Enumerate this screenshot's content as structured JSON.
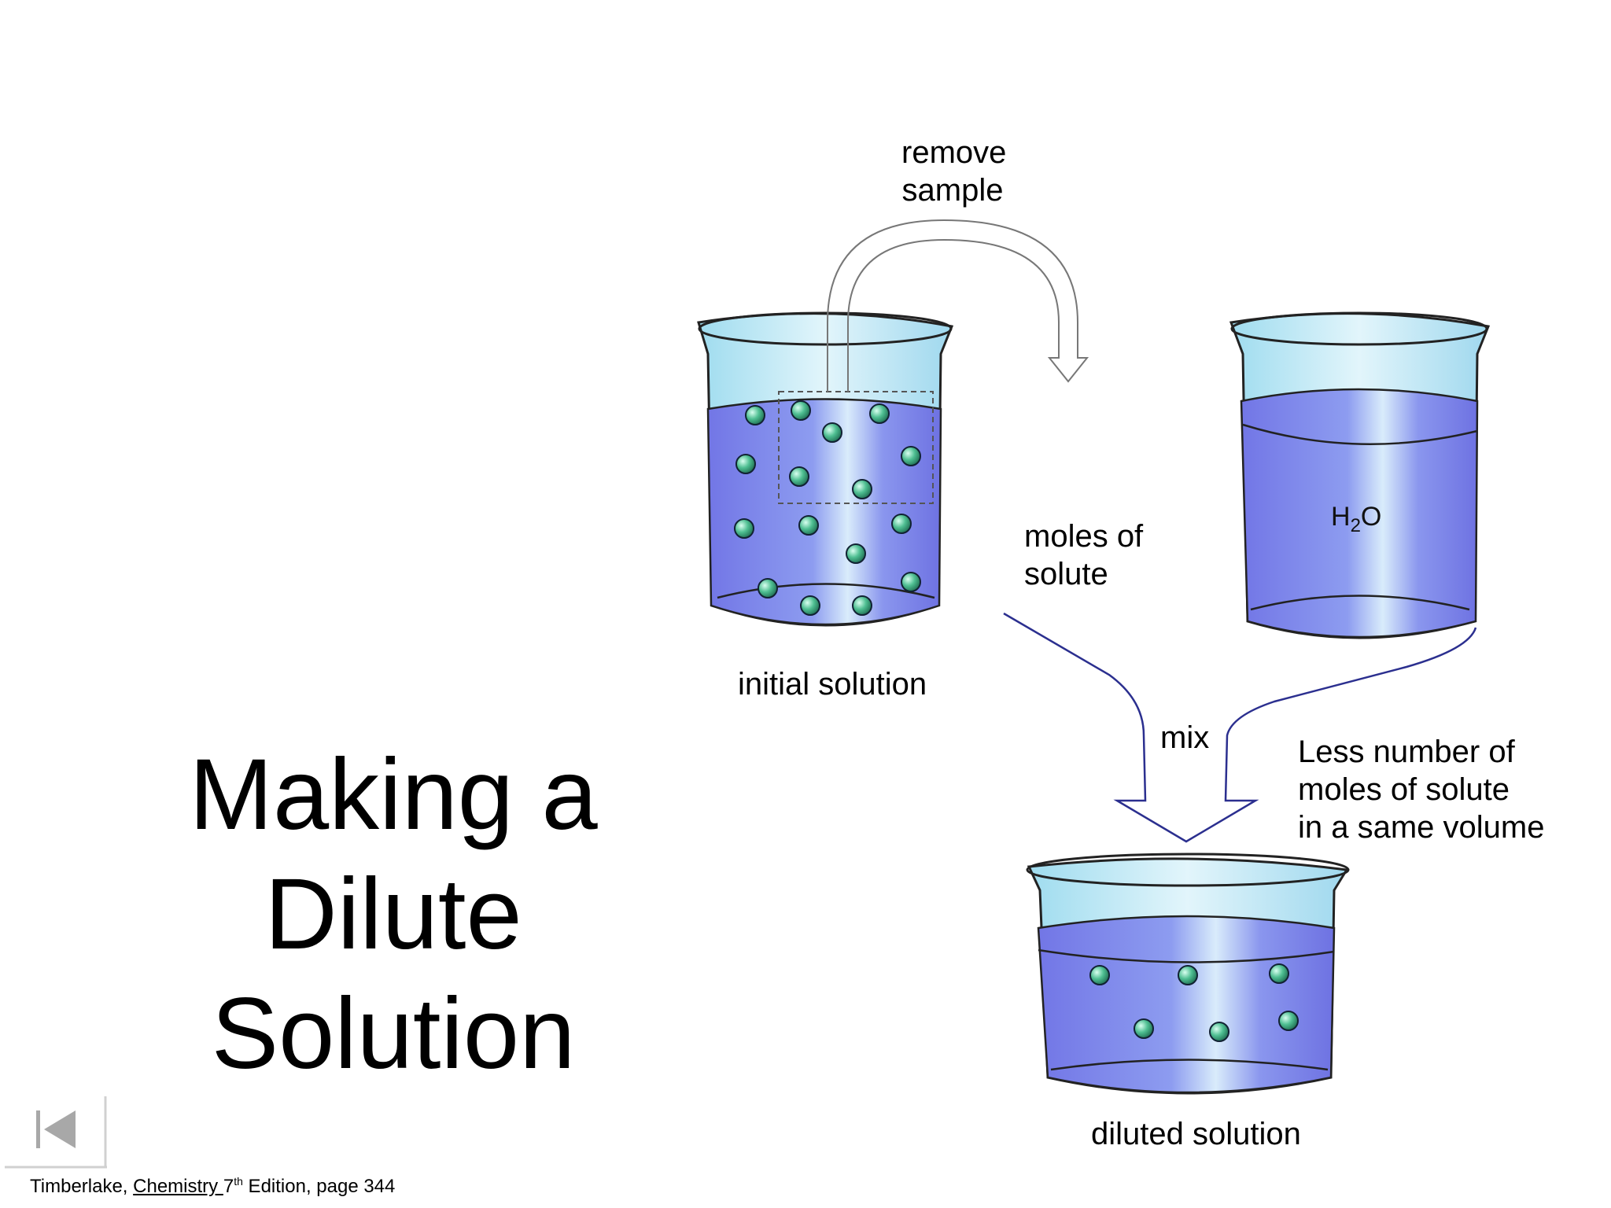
{
  "slide": {
    "title_lines": [
      "Making a",
      "Dilute",
      "Solution"
    ]
  },
  "diagram": {
    "labels": {
      "remove_sample_line1": "remove",
      "remove_sample_line2": "sample",
      "moles_solute_line1": "moles of",
      "moles_solute_line2": "solute",
      "initial_solution": "initial solution",
      "mix": "mix",
      "less_moles_line1": "Less number of",
      "less_moles_line2": "moles of solute",
      "less_moles_line3": "in a same volume",
      "diluted_solution": "diluted solution",
      "water_formula": "H2O"
    },
    "colors": {
      "solution": "#7b7fe8",
      "glass": "#bfe6f2",
      "particle": "#3aa37a",
      "mix_arrow": "#2b2f8f"
    }
  },
  "footer": {
    "citation_author": "Timberlake,",
    "citation_book": "Chemistry ",
    "citation_edition_num": "7",
    "citation_edition_sup": "th",
    "citation_rest": " Edition, page 344"
  },
  "nav": {
    "back_icon": "skip-back-icon"
  }
}
